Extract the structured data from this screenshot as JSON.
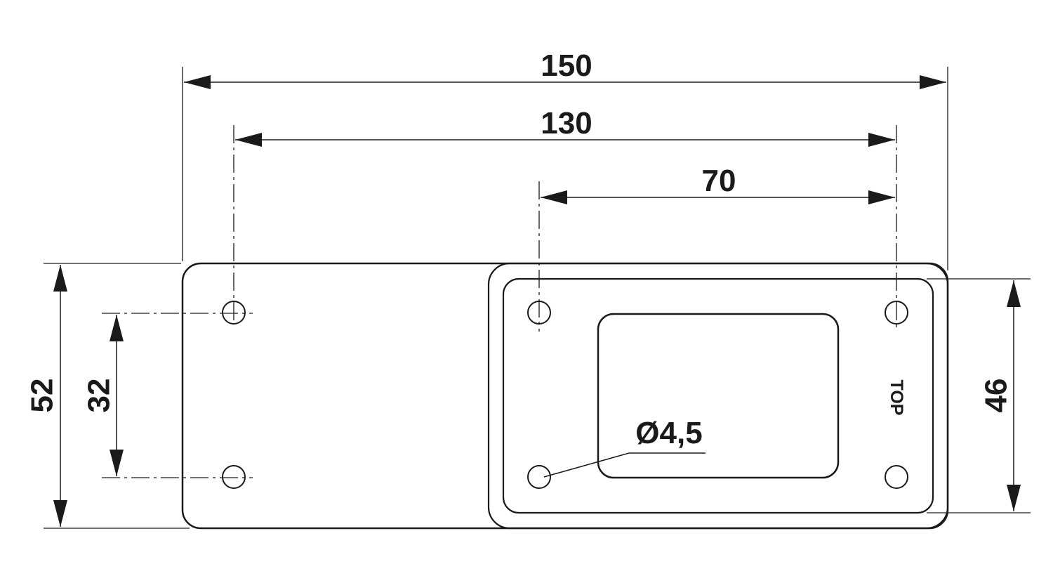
{
  "dimensions": {
    "overall_width": "150",
    "outer_hole_spacing": "130",
    "inner_hole_spacing": "70",
    "overall_height": "52",
    "left_hole_vertical_spacing": "32",
    "inner_plate_height": "46",
    "hole_diameter": "Ø4,5"
  },
  "labels": {
    "top_marking": "TOP"
  },
  "colors": {
    "line": "#1a1a1a",
    "background": "#ffffff"
  }
}
